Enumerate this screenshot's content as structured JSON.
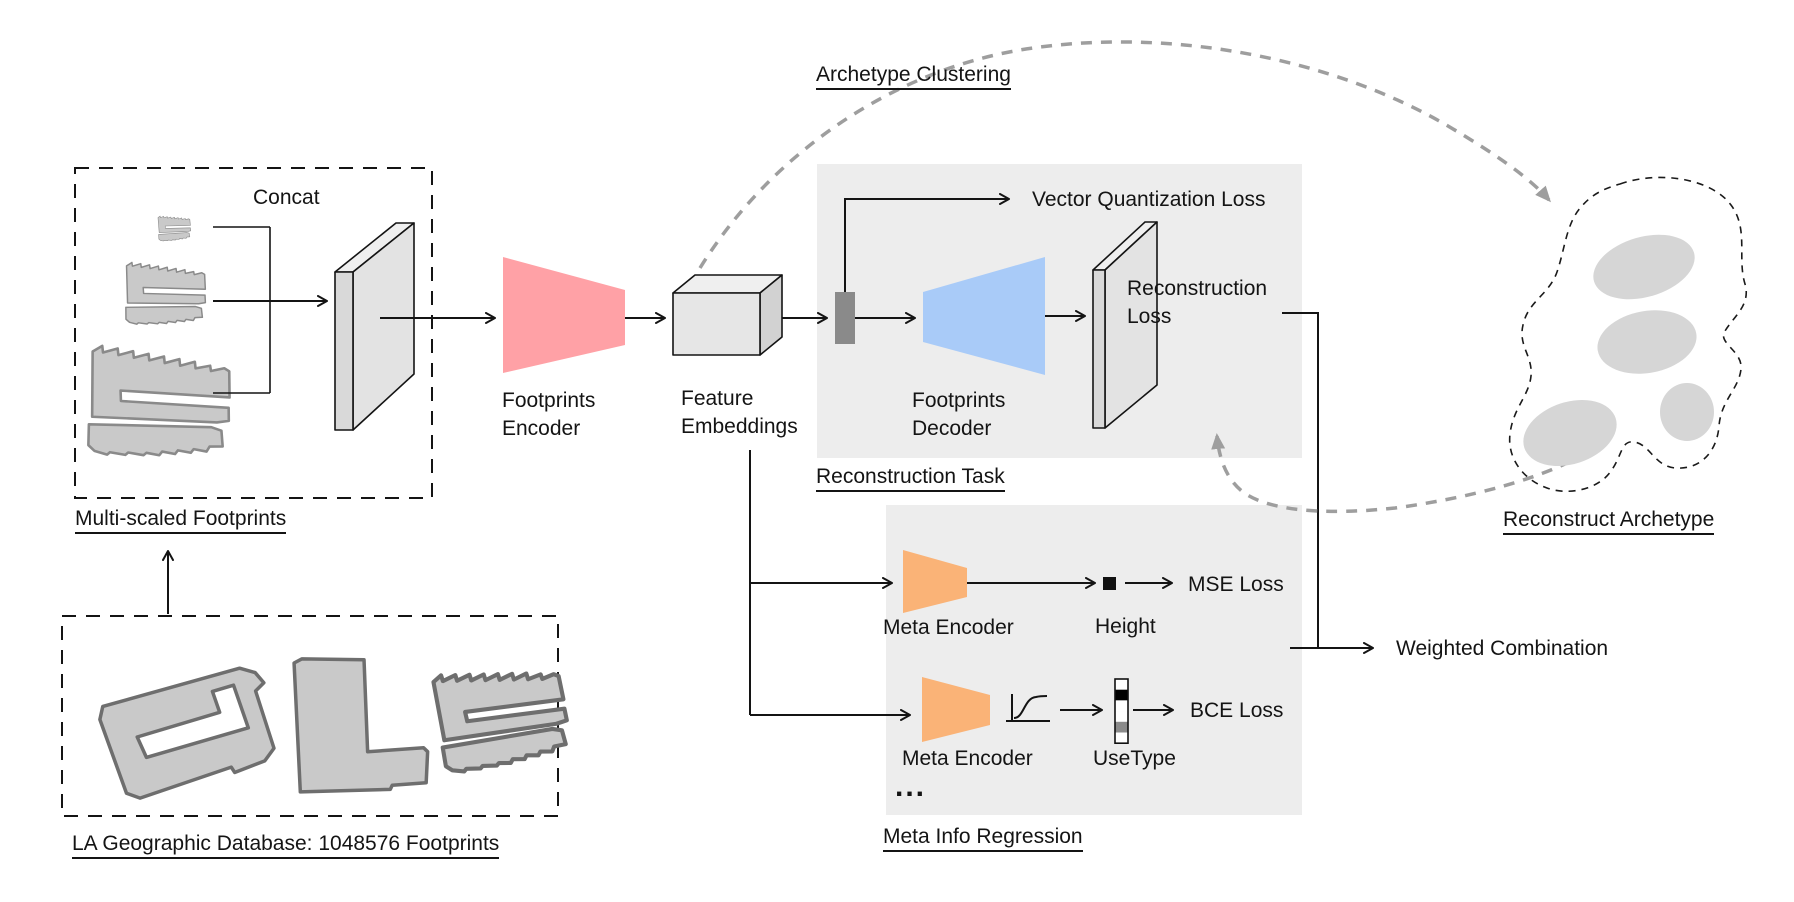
{
  "diagram": {
    "input": {
      "concat_label": "Concat",
      "multiscale_label": "Multi-scaled Footprints",
      "database_label": "LA Geographic Database: 1048576 Footprints"
    },
    "encoder": {
      "label": "Footprints Encoder"
    },
    "embeddings": {
      "label": "Feature Embeddings"
    },
    "clustering": {
      "label": "Archetype Clustering"
    },
    "reconstruction": {
      "panel_label": "Reconstruction Task",
      "vq_loss_label": "Vector Quantization Loss",
      "decoder_label": "Footprints Decoder",
      "loss_label": "Reconstruction Loss"
    },
    "meta": {
      "panel_label": "Meta Info Regression",
      "encoder1_label": "Meta Encoder",
      "height_label": "Height",
      "mse_label": "MSE Loss",
      "encoder2_label": "Meta Encoder",
      "usetype_label": "UseType",
      "bce_label": "BCE Loss",
      "ellipsis": "..."
    },
    "archetype": {
      "label": "Reconstruct Archetype"
    },
    "combination": {
      "label": "Weighted Combination"
    }
  },
  "colors": {
    "encoder_pink": "#ffa1a6",
    "decoder_blue": "#a9cbf8",
    "meta_orange": "#fab377",
    "panel_gray": "#ededed",
    "footprint_fill": "#c9c9c9",
    "footprint_stroke_light": "#8a8a8a",
    "footprint_stroke_dark": "#6e6e6e",
    "dashed_arrow_gray": "#9e9e9e",
    "quantize_bar_gray": "#8a8a8a",
    "cluster_ellipse_gray": "#d6d6d6",
    "ink": "#141414"
  }
}
